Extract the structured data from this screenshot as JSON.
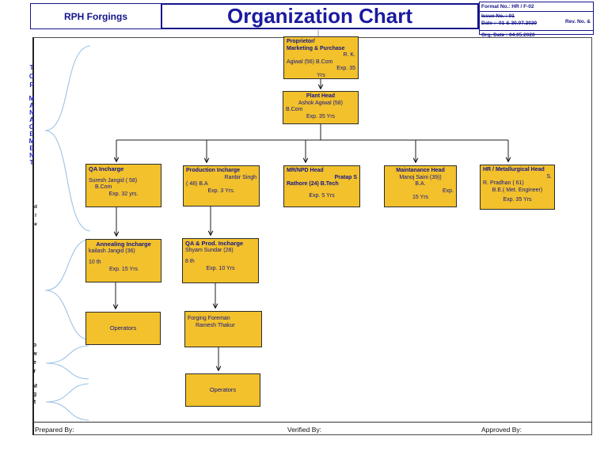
{
  "header": {
    "company": "RPH Forgings",
    "title": "Organization Chart",
    "meta": {
      "format_no": "Format No.: HR / F-02",
      "issue_no": "Issue No. : 01",
      "rev_no": "Rev. No. &",
      "date": "Date :- 01 & 30.07.2020",
      "org_date": "Org. Date : 04.05.2020"
    }
  },
  "sidebar": {
    "top": "T\nO\nP",
    "management": "M\nA\nN\nA\nG\nE\nM\nE\nN\nT",
    "mid": "d\nl\ne",
    "lower": "o\nw\ne\nr",
    "mgt": "M\ng\nt"
  },
  "org": {
    "proprietor": {
      "title1": "Proprietor/",
      "title2": "Marketing & Purchase",
      "name_right": "R. K.",
      "name_left": "Agiwal (56)    B.Com",
      "exp_right": "Exp. 35",
      "exp_center": "Yrs"
    },
    "plant_head": {
      "title": "Plant Head",
      "name": "Ashok Agiwal (58)",
      "qual": "B.Com",
      "exp": "Exp. 35 Yrs"
    },
    "qa_incharge": {
      "title": "QA Incharge",
      "name": "Suresh Jangid  ( 58)",
      "qual": "B.Com",
      "exp": "Exp. 32  yrs."
    },
    "production_incharge": {
      "title": "Production Incharge",
      "name_right": "Ranbir  Singh",
      "age_qual": "( 48)      B.A",
      "exp": "Exp. 3 Yrs."
    },
    "mr_npd_head": {
      "title": "MR/NPD Head",
      "name_right": "Pratap S",
      "name_left": "Rathore (24)   B.Tech",
      "exp": "Exp. 5 Yrs"
    },
    "maintenance_head": {
      "title": "Maintanance Head",
      "name": "Manoj Saini  (39))",
      "qual": "B.A.",
      "exp_right": "Exp.",
      "exp_years": "15 Yrs"
    },
    "hr_head": {
      "title": "HR / Metallurgical Head",
      "initial_right": "S.",
      "name": "R. Pradhan ( 61)",
      "qual": "B.E.( Met. Engineer)",
      "exp": "Exp. 35 Yrs"
    },
    "annealing_incharge": {
      "title": "Annealing  Incharge",
      "name": "kailash Jangid (36)",
      "qual": "10 th",
      "exp": "Exp. 15 Yrs"
    },
    "qa_prod_incharge": {
      "title": "QA & Prod. Incharge",
      "name": "Shyam Sundar (28)",
      "qual": "8 th",
      "exp": "Exp. 10 Yrs"
    },
    "operators_left": {
      "title": "Operators"
    },
    "forging_foreman": {
      "title": "Forging Foreman",
      "name": "Ramesh Thakur"
    },
    "operators_bottom": {
      "title": "Operators"
    }
  },
  "footer": {
    "prepared_by": "Prepared By:",
    "verified_by": "Verified By:",
    "approved_by": "Approved By:"
  },
  "colors": {
    "box_fill": "#F2C12B",
    "box_border": "#2B2B2B",
    "box_text_navy": "#14148C",
    "title_navy": "#1A1AA0",
    "brace_blue": "#9DC3E6",
    "sidebar_letter_blue": "#2323C0"
  }
}
